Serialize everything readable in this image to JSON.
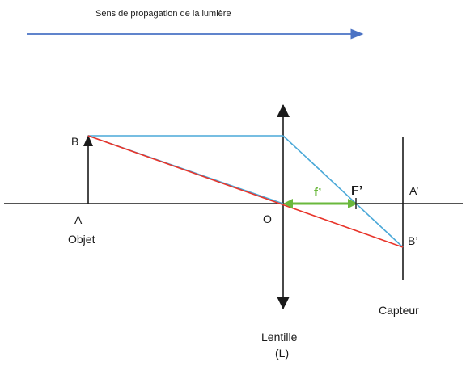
{
  "header": {
    "propagation_label": "Sens de propagation de la lumière"
  },
  "labels": {
    "B": "B",
    "A": "A",
    "objet": "Objet",
    "O": "O",
    "focal_point": "F’",
    "focal_length": "f’",
    "A_prime": "A’",
    "B_prime": "B’",
    "capteur": "Capteur",
    "lentille": "Lentille",
    "lentille_symbol": "(L)"
  },
  "colors": {
    "propagation_arrow": "#4a72c4",
    "ray_parallel": "#4aa8d8",
    "ray_center": "#e8342a",
    "focal_length": "#6ab83c",
    "line": "#1a1a1a"
  }
}
